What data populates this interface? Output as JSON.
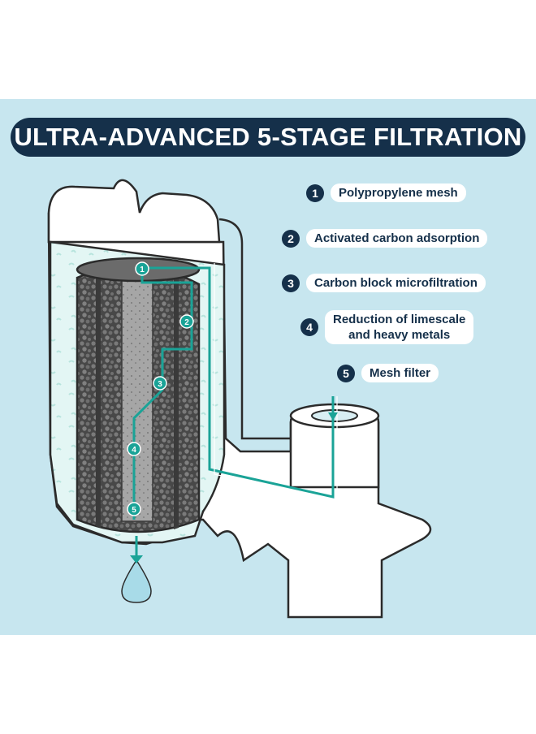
{
  "colors": {
    "panel": "#c7e6ef",
    "navy": "#15304a",
    "teal": "#1aa397",
    "cartridge": "#5a5a5a"
  },
  "title": "ULTRA-ADVANCED 5-STAGE FILTRATION",
  "stages": [
    {
      "num": "1",
      "label": "Polypropylene mesh"
    },
    {
      "num": "2",
      "label": "Activated carbon adsorption"
    },
    {
      "num": "3",
      "label": "Carbon block microfiltration"
    },
    {
      "num": "4",
      "label_line1": "Reduction of limescale",
      "label_line2": "and heavy metals"
    },
    {
      "num": "5",
      "label": "Mesh filter"
    }
  ],
  "markers": [
    "1",
    "2",
    "3",
    "4",
    "5"
  ]
}
